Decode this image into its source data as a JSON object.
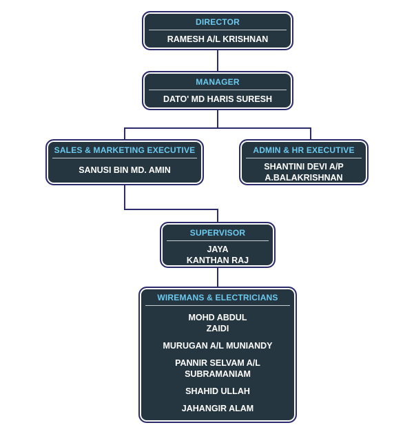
{
  "chart_title": "Organization Chart",
  "nodes": {
    "director": {
      "title": "DIRECTOR",
      "names": [
        "RAMESH A/L KRISHNAN"
      ]
    },
    "manager": {
      "title": "MANAGER",
      "names": [
        "DATO' MD HARIS SURESH"
      ]
    },
    "sales": {
      "title": "SALES & MARKETING EXECUTIVE",
      "names": [
        "SANUSI BIN MD. AMIN"
      ]
    },
    "admin": {
      "title": "ADMIN & HR EXECUTIVE",
      "names": [
        "SHANTINI DEVI A/P",
        "A.BALAKRISHNAN"
      ]
    },
    "supervisor": {
      "title": "SUPERVISOR",
      "names": [
        "JAYA",
        "KANTHAN RAJ"
      ]
    },
    "wiremen": {
      "title": "WIREMANS & ELECTRICIANS",
      "people": [
        [
          "MOHD ABDUL",
          "ZAIDI"
        ],
        [
          "MURUGAN A/L MUNIANDY"
        ],
        [
          "PANNIR SELVAM A/L",
          "SUBRAMANIAM"
        ],
        [
          "SHAHID ULLAH"
        ],
        [
          "JAHANGIR ALAM"
        ]
      ]
    }
  },
  "colors": {
    "box_fill": "#253640",
    "title_text": "#6ccaf0",
    "connector": "#2b2a6b"
  }
}
